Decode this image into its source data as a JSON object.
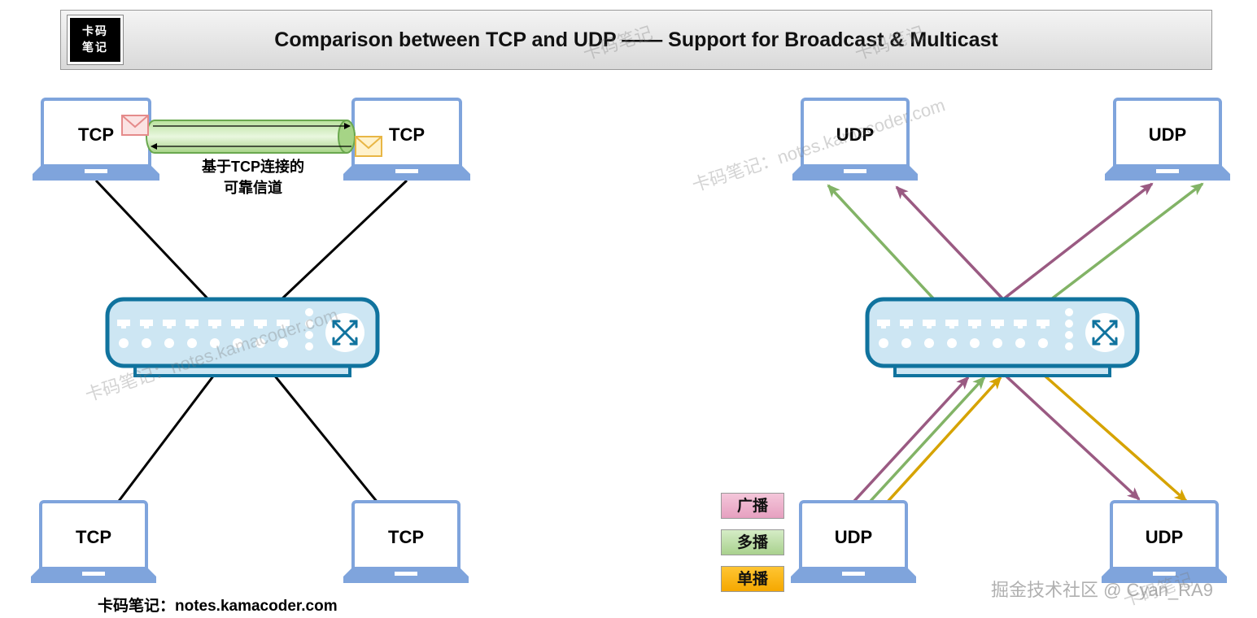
{
  "header": {
    "logo_line1": "卡码",
    "logo_line2": "笔记",
    "title": "Comparison between TCP and UDP —— Support for Broadcast & Multicast"
  },
  "tcp_side": {
    "laptops": [
      "TCP",
      "TCP",
      "TCP",
      "TCP"
    ],
    "channel_line1": "基于TCP连接的",
    "channel_line2": "可靠信道",
    "footer": "卡码笔记：notes.kamacoder.com"
  },
  "udp_side": {
    "laptops": [
      "UDP",
      "UDP",
      "UDP",
      "UDP"
    ]
  },
  "legend": [
    {
      "label": "广播",
      "color": "#e6a0c0"
    },
    {
      "label": "多播",
      "color": "#a9d18e"
    },
    {
      "label": "单播",
      "color": "#f5a800"
    }
  ],
  "colors": {
    "broadcast": "#9a5a82",
    "multicast": "#82b366",
    "unicast": "#d6a300",
    "switch_fill": "#cde6f3",
    "switch_stroke": "#10739e",
    "laptop_blue": "#7fa4dc"
  },
  "watermarks": [
    "卡码笔记：notes.kamacoder.com",
    "卡码笔记：notes.kamacoder.com",
    "卡码笔记",
    "卡码笔记",
    "卡码笔记"
  ],
  "credit": "掘金技术社区 @ Cyan_RA9"
}
